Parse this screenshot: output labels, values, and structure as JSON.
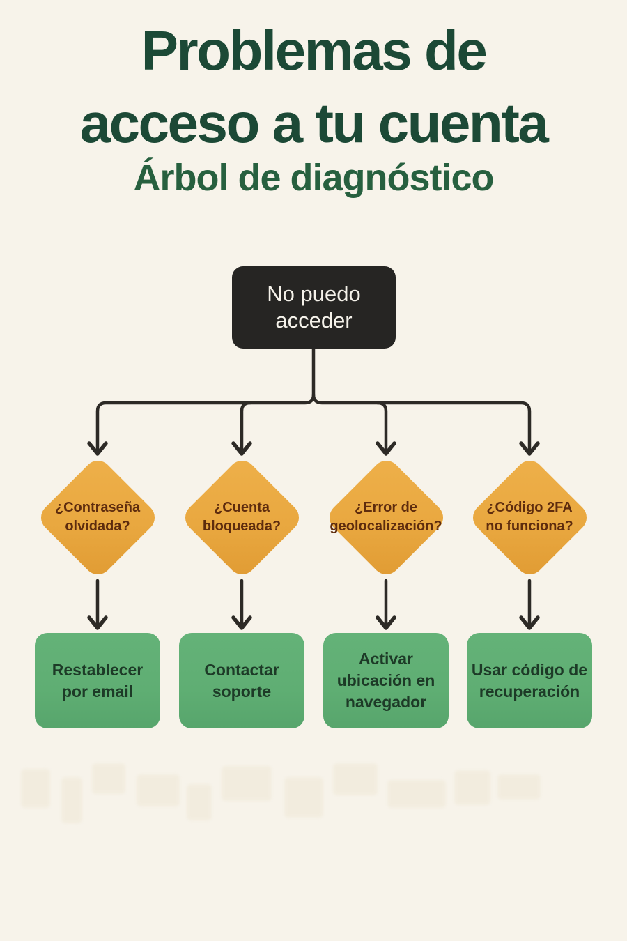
{
  "page": {
    "title_line1": "Problemas de",
    "title_line2": "acceso a tu cuenta",
    "subtitle": "Árbol de diagnóstico"
  },
  "colors": {
    "background": "#f7f3ea",
    "title_green": "#1c4936",
    "subtitle_green": "#27603f",
    "root_node_bg": "#262523",
    "root_node_text": "#f5f2ea",
    "decision_fill": "#e9a840",
    "decision_text": "#5e2c0e",
    "action_fill": "#5fae73",
    "action_text": "#1d3a27",
    "connector": "#2d2a26"
  },
  "flowchart": {
    "root": {
      "label": "No puedo acceder",
      "lines": [
        "No puedo",
        "acceder"
      ]
    },
    "branches": [
      {
        "question": "¿Contraseña olvidada?",
        "question_lines": [
          "¿Contraseña",
          "olvidada?"
        ],
        "action": "Restablecer por email",
        "action_lines": [
          "Restablecer",
          "por email"
        ]
      },
      {
        "question": "¿Cuenta bloqueada?",
        "question_lines": [
          "¿Cuenta",
          "bloqueada?"
        ],
        "action": "Contactar soporte",
        "action_lines": [
          "Contactar",
          "soporte"
        ]
      },
      {
        "question": "¿Error de geolocalización?",
        "question_lines": [
          "¿Error de",
          "geolocalización?"
        ],
        "action": "Activar ubicación en navegador",
        "action_lines": [
          "Activar",
          "ubicación en",
          "navegador"
        ]
      },
      {
        "question": "¿Código 2FA no funciona?",
        "question_lines": [
          "¿Código 2FA",
          "no funciona?"
        ],
        "action": "Usar código de recuperación",
        "action_lines": [
          "Usar código de",
          "recuperación"
        ]
      }
    ]
  }
}
